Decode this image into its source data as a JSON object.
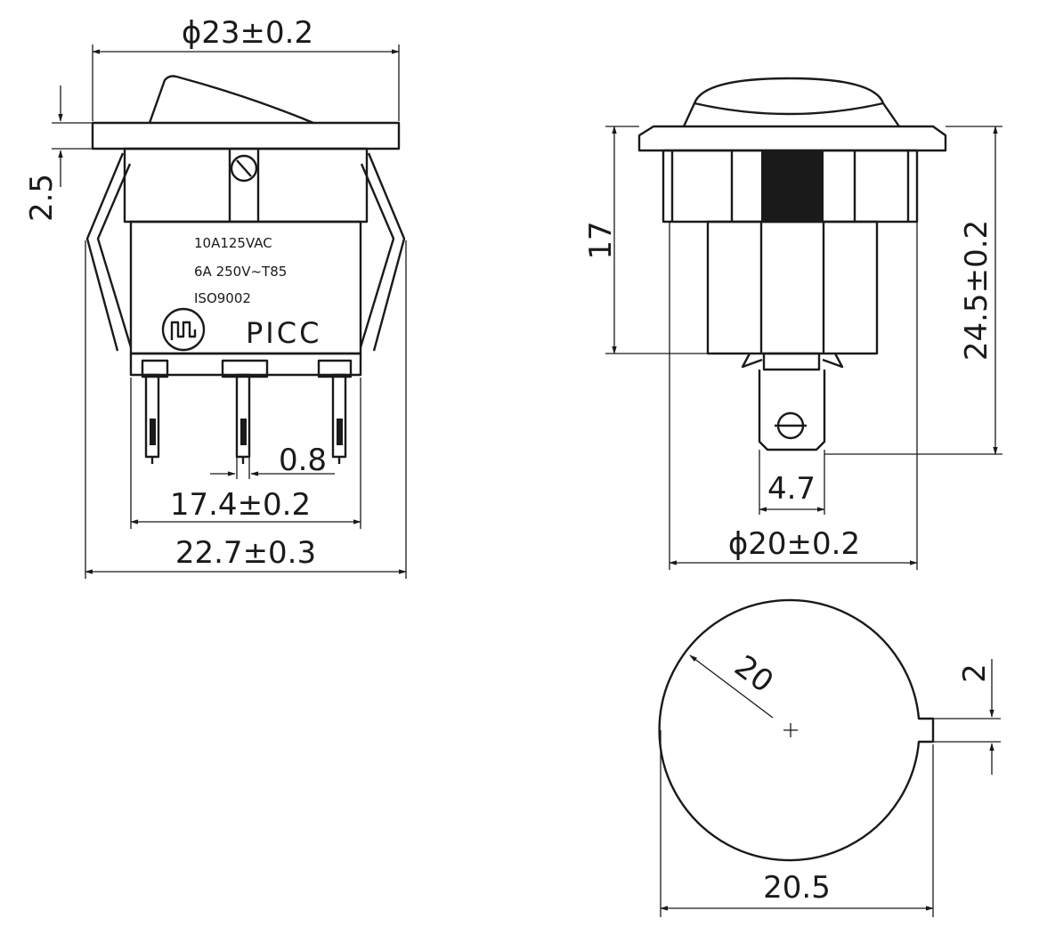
{
  "front_view": {
    "dimensions": {
      "top_width": "ϕ23±0.2",
      "rocker_height": "2.5",
      "pin_thickness": "0.8",
      "pin_span": "17.4±0.2",
      "body_width": "22.7±0.3"
    },
    "markings": {
      "line1": "10A125VAC",
      "line2": "6A 250V~T85",
      "line3": "ISO9002",
      "brand": "PICC"
    }
  },
  "side_view": {
    "dimensions": {
      "body_height": "17",
      "total_height": "24.5±0.2",
      "terminal_width": "4.7",
      "mount_diameter": "ϕ20±0.2"
    }
  },
  "cutout_view": {
    "dimensions": {
      "radius": "20",
      "key_width": "2",
      "diameter": "20.5"
    }
  }
}
